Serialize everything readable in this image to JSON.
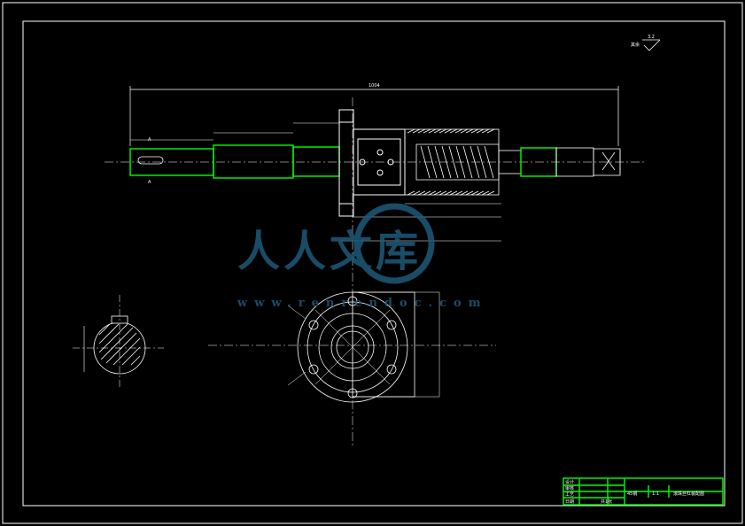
{
  "drawing": {
    "surface_finish_note": "其余",
    "surface_finish_value": "3.2",
    "overall_length_dim": "1004",
    "section_label_top": "A",
    "section_label_bottom": "A",
    "title_block": {
      "material": "45钢",
      "ratio": "1:1",
      "title": "滚珠丝杠装配图",
      "rows": [
        "设计",
        "审核",
        "工艺",
        "日期"
      ],
      "sheet": "共1张"
    }
  },
  "watermark": {
    "text": "人人文库",
    "url": "www.renrendoc.com"
  },
  "colors": {
    "background": "#000000",
    "line": "#ffffff",
    "highlight": "#00ff00",
    "watermark": "#1e5a7a"
  }
}
